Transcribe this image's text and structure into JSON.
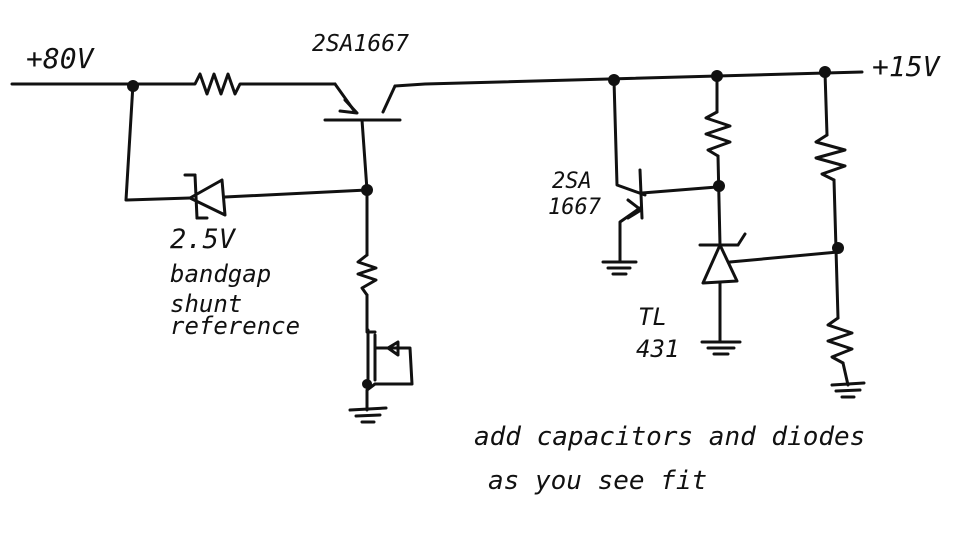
{
  "labels": {
    "rail_in": "+80V",
    "rail_out": "+15V",
    "pass_transistor": "2SA1667",
    "q2_line1": "2SA",
    "q2_line2": "1667",
    "shunt_line1": "2.5V",
    "shunt_line2": "bandgap",
    "shunt_line3": "shunt",
    "shunt_line4": "reference",
    "tl431_line1": "TL",
    "tl431_line2": "431",
    "note_line1": "add capacitors and diodes",
    "note_line2": "as you see fit"
  }
}
